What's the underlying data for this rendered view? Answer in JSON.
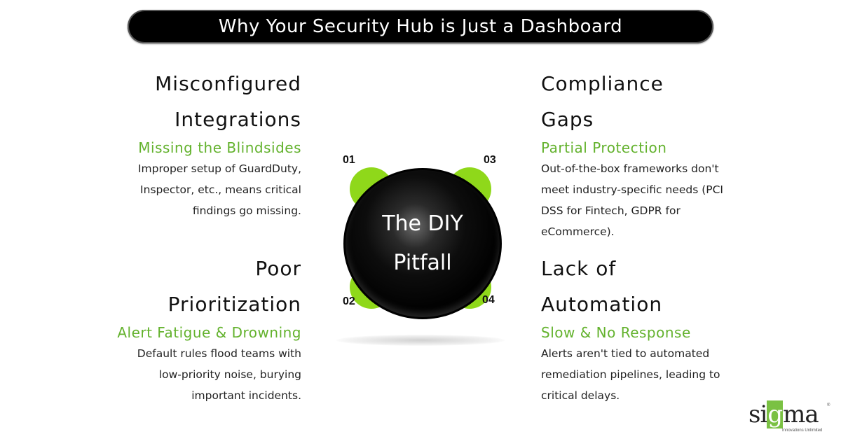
{
  "title": "Why Your Security Hub is Just a Dashboard",
  "center": {
    "line1": "The DIY",
    "line2": "Pitfall",
    "numbers": [
      "01",
      "02",
      "03",
      "04"
    ],
    "accent_color": "#8fd81a"
  },
  "items": [
    {
      "number": "01",
      "heading_line1": "Misconfigured",
      "heading_line2": "Integrations",
      "subheading": "Missing the Blindsides",
      "body": [
        "Improper setup of GuardDuty,",
        "Inspector, etc., means critical",
        "findings go missing."
      ]
    },
    {
      "number": "02",
      "heading_line1": "Poor",
      "heading_line2": "Prioritization",
      "subheading": "Alert Fatigue & Drowning",
      "body": [
        "Default rules flood teams with",
        "low-priority noise, burying",
        "important incidents."
      ]
    },
    {
      "number": "03",
      "heading_line1": "Compliance",
      "heading_line2": "Gaps",
      "subheading": "Partial Protection",
      "body": [
        "Out-of-the-box frameworks don't",
        "meet industry-specific needs (PCI",
        "DSS for Fintech, GDPR for",
        "eCommerce)."
      ]
    },
    {
      "number": "04",
      "heading_line1": "Lack of",
      "heading_line2": "Automation",
      "subheading": "Slow & No Response",
      "body": [
        "Alerts aren't tied to automated",
        "remediation pipelines, leading to",
        "critical delays."
      ]
    }
  ],
  "logo": {
    "pre": "si",
    "g": "g",
    "post": "ma",
    "tagline": "Innovations Unlimited",
    "reg": "®"
  },
  "colors": {
    "green_text": "#63b22d",
    "green_stick": "#8fd81a",
    "title_bg": "#000000"
  }
}
